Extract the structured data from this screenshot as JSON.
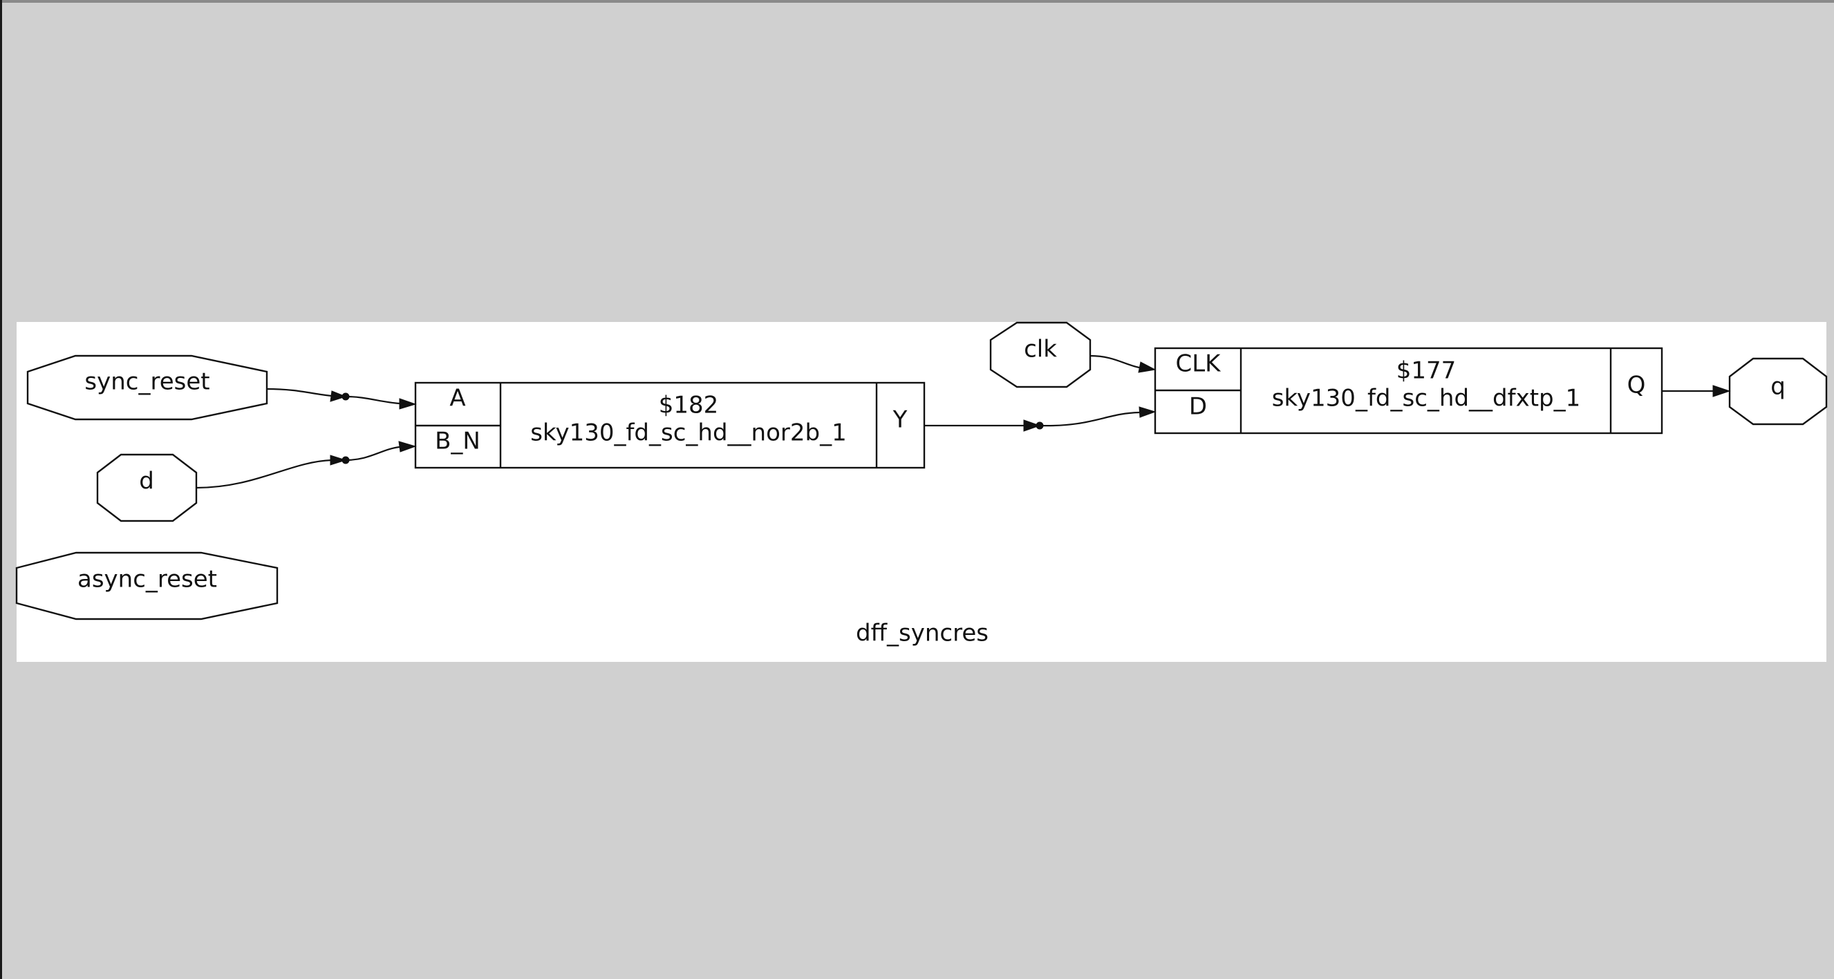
{
  "diagram": {
    "module_name": "dff_syncres",
    "ports": {
      "sync_reset": "sync_reset",
      "d": "d",
      "async_reset": "async_reset",
      "clk": "clk",
      "q": "q"
    },
    "cells": [
      {
        "id": "$182",
        "type": "sky130_fd_sc_hd__nor2b_1",
        "inputs": [
          "A",
          "B_N"
        ],
        "output": "Y"
      },
      {
        "id": "$177",
        "type": "sky130_fd_sc_hd__dfxtp_1",
        "inputs": [
          "CLK",
          "D"
        ],
        "output": "Q"
      }
    ]
  }
}
